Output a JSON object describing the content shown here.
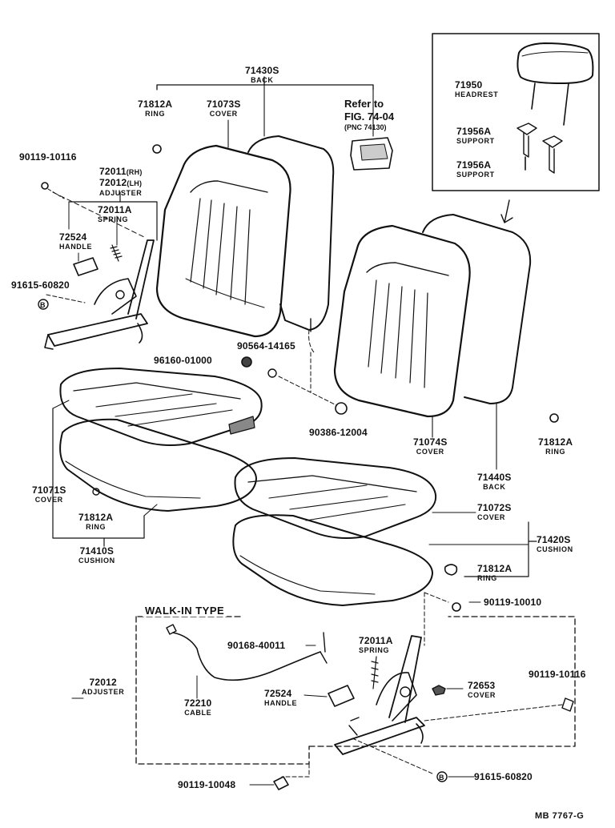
{
  "parts": {
    "back_main": {
      "number": "71430S",
      "name": "BACK"
    },
    "ring_top_left": {
      "number": "71812A",
      "name": "RING"
    },
    "cover_back_left": {
      "number": "71073S",
      "name": "COVER"
    },
    "refer": {
      "line1": "Refer to",
      "line2": "FIG. 74-04",
      "line3": "(PNC 74130)"
    },
    "headrest": {
      "number": "71950",
      "name": "HEADREST"
    },
    "support_1": {
      "number": "71956A",
      "name": "SUPPORT"
    },
    "support_2": {
      "number": "71956A",
      "name": "SUPPORT"
    },
    "bolt_top_left": {
      "number": "90119-10116"
    },
    "adjuster_rh": {
      "number": "72011",
      "suffix": "(RH)"
    },
    "adjuster_lh": {
      "number": "72012",
      "suffix": "(LH)",
      "name": "ADJUSTER"
    },
    "spring_left": {
      "number": "72011A",
      "name": "SPRING"
    },
    "handle_left": {
      "number": "72524",
      "name": "HANDLE"
    },
    "washer_left": {
      "number": "91615-60820",
      "badge": "B"
    },
    "cap_96160": {
      "number": "96160-01000"
    },
    "nut_90564": {
      "number": "90564-14165"
    },
    "nut_90386": {
      "number": "90386-12004"
    },
    "cover_back_right": {
      "number": "71074S",
      "name": "COVER"
    },
    "ring_right": {
      "number": "71812A",
      "name": "RING"
    },
    "back_right": {
      "number": "71440S",
      "name": "BACK"
    },
    "cover_cushion_left": {
      "number": "71071S",
      "name": "COVER"
    },
    "ring_cushion_left": {
      "number": "71812A",
      "name": "RING"
    },
    "cushion_left": {
      "number": "71410S",
      "name": "CUSHION"
    },
    "cover_cushion_right": {
      "number": "71072S",
      "name": "COVER"
    },
    "cushion_right": {
      "number": "71420S",
      "name": "CUSHION"
    },
    "ring_cushion_right": {
      "number": "71812A",
      "name": "RING"
    },
    "bolt_90119_10010": {
      "number": "90119-10010"
    },
    "walkin_title": "WALK-IN  TYPE",
    "clip_90168": {
      "number": "90168-40011"
    },
    "spring_walkin": {
      "number": "72011A",
      "name": "SPRING"
    },
    "bolt_90119_10116_r": {
      "number": "90119-10116"
    },
    "adjuster_walkin": {
      "number": "72012",
      "name": "ADJUSTER"
    },
    "cable": {
      "number": "72210",
      "name": "CABLE"
    },
    "handle_walkin": {
      "number": "72524",
      "name": "HANDLE"
    },
    "cover_72653": {
      "number": "72653",
      "name": "COVER"
    },
    "bolt_90119_10048": {
      "number": "90119-10048"
    },
    "washer_walkin": {
      "number": "91615-60820",
      "badge": "B"
    }
  },
  "diagram_code": "MB  7767-G"
}
